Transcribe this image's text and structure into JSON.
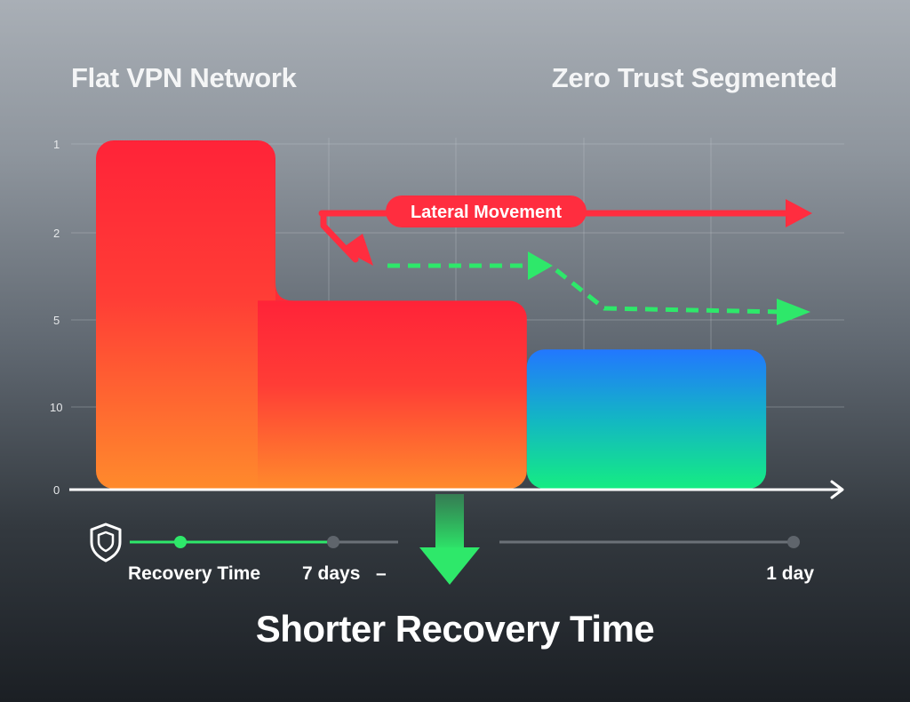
{
  "headings": {
    "left": "Flat VPN Network",
    "right": "Zero Trust Segmented"
  },
  "chart_data": {
    "type": "area",
    "y_tick_labels": [
      "1",
      "2",
      "5",
      "10",
      "0"
    ],
    "steps": [
      {
        "from": 0,
        "to": 1.5,
        "height": 1.0,
        "fill": "red-orange"
      },
      {
        "from": 1.5,
        "to": 3.6,
        "height": 0.54,
        "fill": "red-orange"
      },
      {
        "from": 3.6,
        "to": 5.6,
        "height": 0.4,
        "fill": "blue-green"
      }
    ],
    "xlim": [
      0,
      6
    ],
    "ylim": [
      0,
      1
    ],
    "grid": true,
    "annotations": {
      "lateral_movement": "Lateral Movement"
    }
  },
  "recovery": {
    "label": "Recovery Time",
    "flat_value": "7 days",
    "separator": "–",
    "zero_trust_value": "1 day"
  },
  "footer_title": "Shorter Recovery Time",
  "colors": {
    "red": "#ff2a3a",
    "orange": "#ff8a2a",
    "blue": "#2a7bff",
    "green": "#18e08a",
    "arrow_red": "#ff2d3f",
    "arrow_green": "#2ee86a"
  },
  "icons": {
    "security": "shield-icon",
    "down_arrow": "down-arrow-icon"
  }
}
